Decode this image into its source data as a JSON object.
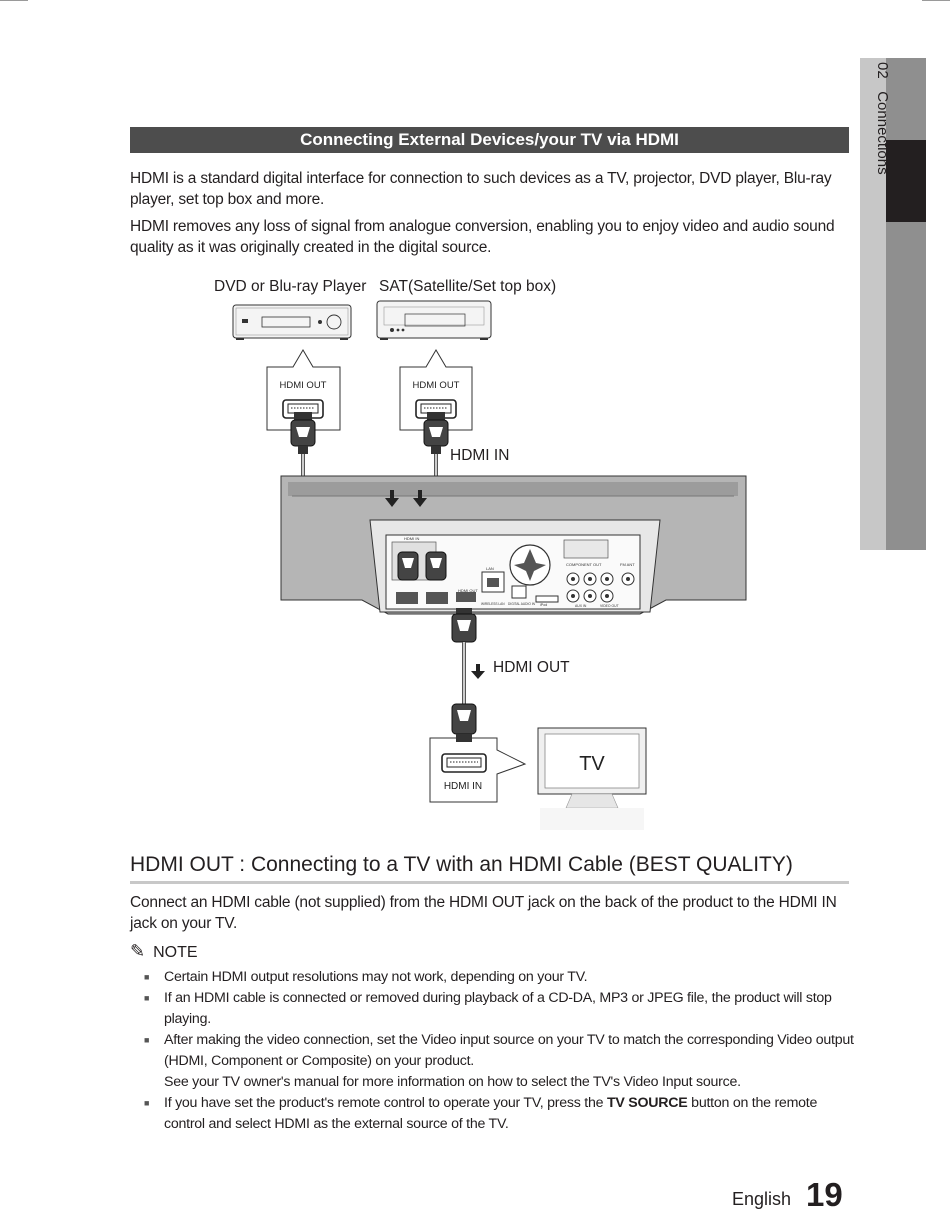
{
  "side_tab": {
    "number": "02",
    "title": "Connections"
  },
  "section_title": "Connecting External Devices/your TV via HDMI",
  "intro": [
    "HDMI is a standard digital interface for connection to such devices as a TV, projector, DVD player, Blu-ray player, set top box and more.",
    "HDMI removes any loss of signal from analogue conversion, enabling you to enjoy video and audio sound quality as it was originally created in the digital source."
  ],
  "diagram": {
    "device1_label": "DVD or Blu-ray Player",
    "device2_label": "SAT(Satellite/Set top box)",
    "hdmi_out_1": "HDMI OUT",
    "hdmi_out_2": "HDMI OUT",
    "hdmi_in_label": "HDMI IN",
    "hdmi_out_label": "HDMI OUT",
    "tv_hdmi_in": "HDMI  IN",
    "tv_label": "TV",
    "panel_labels": {
      "hdmi_in": "HDMI IN",
      "lan": "LAN",
      "hdmi_out": "HDMI OUT",
      "component_out": "COMPONENT OUT",
      "fm_ant": "FM ANT",
      "wireless_lan": "WIRELESS LAN",
      "digital_audio_in": "DIGITAL AUDIO IN",
      "ipod": "iPod",
      "aux_in": "AUX IN",
      "video_out": "VIDEO OUT"
    }
  },
  "heading": "HDMI OUT : Connecting to a TV with an HDMI Cable (BEST QUALITY)",
  "connect_text": "Connect an HDMI cable (not supplied) from the HDMI OUT jack on the back of the product to the HDMI IN jack on your TV.",
  "note_title": "NOTE",
  "notes": [
    {
      "text": "Certain HDMI output resolutions may not work, depending on your TV."
    },
    {
      "text": "If an HDMI cable is connected or removed during playback of a CD-DA, MP3 or JPEG file, the product will stop playing."
    },
    {
      "text": "After making the video connection, set the Video input source on your TV to match the corresponding Video output (HDMI, Component or Composite) on your product.",
      "extra": "See your TV owner's manual for more information on how to select the TV's Video Input source."
    },
    {
      "text_before": "If you have set the product's remote control to operate your TV, press the ",
      "bold": "TV SOURCE",
      "text_after": " button on the remote control and select HDMI as the external source of the TV."
    }
  ],
  "footer": {
    "language": "English",
    "page_number": "19"
  }
}
